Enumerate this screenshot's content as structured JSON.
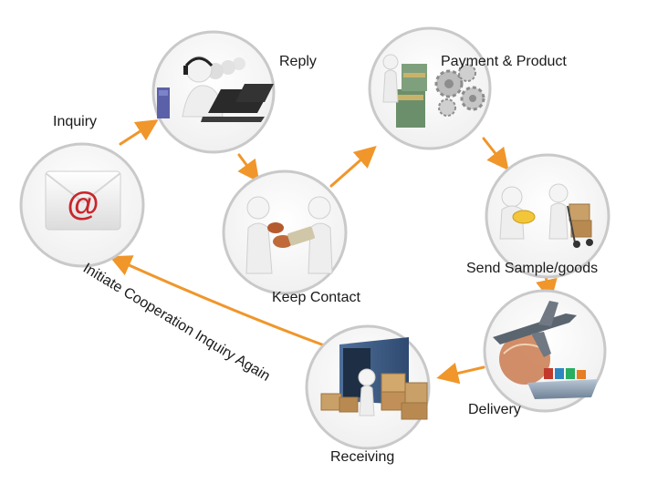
{
  "steps": {
    "inquiry": {
      "label": "Inquiry",
      "icon": "envelope-at-icon"
    },
    "reply": {
      "label": "Reply",
      "icon": "call-center-agents-icon"
    },
    "keep_contact": {
      "label": "Keep Contact",
      "icon": "handshake-figures-icon"
    },
    "payment_product": {
      "label": "Payment & Product",
      "icon": "money-and-gears-icon"
    },
    "send_sample": {
      "label": "Send Sample/goods",
      "icon": "hand-truck-figure-icon"
    },
    "delivery": {
      "label": "Delivery",
      "icon": "airplane-ship-globe-icon"
    },
    "receiving": {
      "label": "Receiving",
      "icon": "container-boxes-icon"
    }
  },
  "loop_label": "Initiate Cooperation Inquiry Again",
  "colors": {
    "arrow": "#f0962a",
    "circle_border": "#c9c9c9",
    "email_red": "#c8262b",
    "text": "#1a1a1a"
  }
}
